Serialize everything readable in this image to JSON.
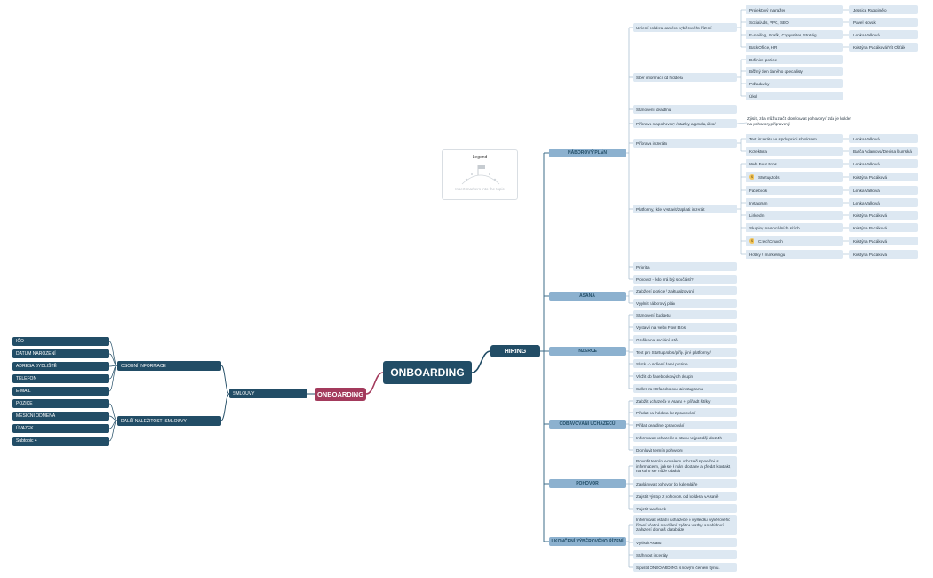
{
  "root": "ONBOARDING",
  "left": {
    "label": "ONBOARDING",
    "smlouvy": {
      "label": "SMLOUVY",
      "osobni": {
        "label": "OSOBNÍ INFORMACE",
        "items": [
          "IČO",
          "DATUM NAROZENÍ",
          "ADRESA BYDLIŠTĚ",
          "TELEFON",
          "E-MAIL"
        ]
      },
      "dalsi": {
        "label": "DALŠÍ NÁLEŽITOSTI SMLOUVY",
        "items": [
          "POZICE",
          "MĚSÍČNÍ ODMĚNA",
          "ÚVAZEK",
          "Subtopic 4"
        ]
      }
    }
  },
  "hiring": {
    "label": "HIRING",
    "nabor": {
      "label": "NÁBOROVÝ PLÁN",
      "holder": {
        "label": "Určení holdera daného výběrového řízení",
        "rows": [
          {
            "area": "Projektový manažer",
            "person": "Jessica Ruggiměo"
          },
          {
            "area": "SocialAds, PPC, SEO",
            "person": "Pavel Novák"
          },
          {
            "area": "E-mailing, Grafik, Copywriter, Stratég",
            "person": "Lenka Valková"
          },
          {
            "area": "BackOffice, HR",
            "person": "Kristýna Pacáková/Vít Ošťák"
          }
        ]
      },
      "sber": {
        "label": "Sběr informací od holdera",
        "items": [
          "Definice pozice",
          "Běžný den daného specialisty",
          "Požadavky",
          "Úkol"
        ]
      },
      "deadline": "Stanovení deadlinu",
      "priprava": {
        "label": "Příprava na pohovory /otázky, agenda, úkol/",
        "note": "Zjistit, zda můžu začít domlouvat pohovory / zda je holder na pohovory připravený"
      },
      "inzerat": {
        "label": "Příprava inzerátu",
        "rows": [
          {
            "task": "Text inzerátu ve spolupráci s holdrem",
            "person": "Lenka Valková"
          },
          {
            "task": "Korektura",
            "person": "Barča Adamová/Denisa Šumská"
          }
        ]
      },
      "platformy": {
        "label": "Platformy, kde vystavit/zaplatit inzerát",
        "rows": [
          {
            "name": "Web Four Bros",
            "person": "Lenka Valková",
            "badge": ""
          },
          {
            "name": "StartupJobs",
            "person": "Kristýna Pacáková",
            "badge": "$"
          },
          {
            "name": "Facebook",
            "person": "Lenka Valková",
            "badge": ""
          },
          {
            "name": "Instagram",
            "person": "Lenka Valková",
            "badge": ""
          },
          {
            "name": "LinkedIn",
            "person": "Kristýna Pacáková",
            "badge": ""
          },
          {
            "name": "Skupiny na sociálních sítích",
            "person": "Kristýna Pacáková",
            "badge": ""
          },
          {
            "name": "CzechCrunch",
            "person": "Kristýna Pacáková",
            "badge": "$"
          },
          {
            "name": "Hošky z marketingu",
            "person": "Kristýna Pacáková",
            "badge": ""
          }
        ]
      },
      "priorita": "Priorita",
      "pohovor_kdo": "Pohovor - kdo má být součástí?"
    },
    "asana": {
      "label": "ASANA",
      "items": [
        "Založení pozice / zaktualizování",
        "Vyplnit náborový plán"
      ]
    },
    "inzerce": {
      "label": "INZERCE",
      "items": [
        "Stanovení budgetu",
        "Vystavit na webu Four Bros",
        "Grafika na sociální sítě",
        "Text pro StartupJobs /příp. jiné platformy/",
        "Slack -> sdílení dané pozice",
        "Vložit do facebookových skupin",
        "Sdílet na IG facebooku & instagramu"
      ]
    },
    "odbavovani": {
      "label": "ODBAVOVÁNÍ UCHAZEČŮ",
      "items": [
        "Založit uchazeče v Asana + přiřadit štítky",
        "Předat na holdera ke zpracování",
        "Přidat deadline zpracování",
        "Informovat uchazeče o stavu nejpozději do 24h",
        "Domluvit termín pohovoru"
      ]
    },
    "pohovor": {
      "label": "POHOVOR",
      "items": [
        "Potvrdit termín e-mailem uchazeči společně s informacemi, jak se k nám dostane a předat kontakt, na koho se může obrátit",
        "Zaplánovat pohovor do kalendáře",
        "Zajistit výstup z pohovoru od holdera v Asaně",
        "Zajistit feedback"
      ]
    },
    "ukonceni": {
      "label": "UKONČENÍ VÝBĚROVÉHO ŘÍZENÍ",
      "items": [
        "Informovat ostatní uchazeče o výsledku výběrového řízení včetně nasdílení zpětné vazby a nabídnutí zařazení do naší databáze",
        "Vyčistit Asanu",
        "Stáhnout inzeráty",
        "Spustit ONBOARDING s novým členem týmu."
      ]
    }
  },
  "legend": {
    "title": "Legend",
    "hint": "Insert markers into the topic"
  },
  "colors": {
    "dark": "#224d66",
    "branch": "#8cb1cf",
    "leaf": "#dde8f2",
    "accent": "#a33a5c",
    "badge": "#f2c55c"
  }
}
